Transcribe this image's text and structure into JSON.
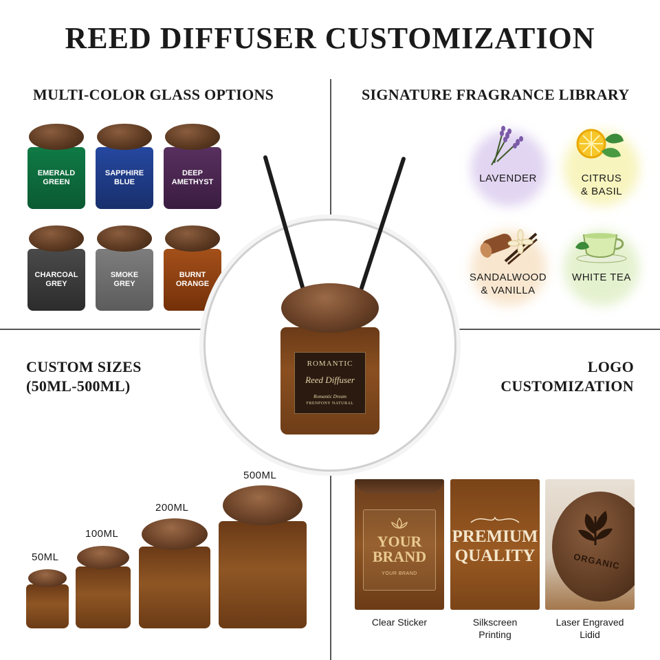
{
  "title": "REED DIFFUSER CUSTOMIZATION",
  "sections": {
    "glass": "MULTI-COLOR GLASS OPTIONS",
    "fragrance": "SIGNATURE FRAGRANCE LIBRARY",
    "sizes_line1": "CUSTOM SIZES",
    "sizes_line2": "(50ML-500ML)",
    "logo_line1": "LOGO",
    "logo_line2": "CUSTOMIZATION"
  },
  "glass_colors": [
    {
      "line1": "EMERALD",
      "line2": "GREEN",
      "color": "#0d6b3c"
    },
    {
      "line1": "SAPPHIRE",
      "line2": "BLUE",
      "color": "#1d3d86"
    },
    {
      "line1": "DEEP",
      "line2": "AMETHYST",
      "color": "#4a2450"
    },
    {
      "line1": "CHARCOAL",
      "line2": "GREY",
      "color": "#3a3a3a"
    },
    {
      "line1": "SMOKE",
      "line2": "GREY",
      "color": "#6f6f6f"
    },
    {
      "line1": "BURNT",
      "line2": "ORANGE",
      "color": "#8a3e0e"
    }
  ],
  "hero": {
    "brand": "ROMANTIC",
    "product": "Reed Diffuser",
    "script": "Romantic Dream",
    "maker": "FRENPONY NATURAL"
  },
  "fragrances": [
    {
      "line1": "LAVENDER",
      "line2": "",
      "glow": "#c9b3e6"
    },
    {
      "line1": "CITRUS",
      "line2": "& BASIL",
      "glow": "#f0ea8f"
    },
    {
      "line1": "SANDALWOOD",
      "line2": "& VANILLA",
      "glow": "#f3d3a8"
    },
    {
      "line1": "WHITE TEA",
      "line2": "",
      "glow": "#cfe6a8"
    }
  ],
  "sizes": [
    "50ML",
    "100ML",
    "200ML",
    "500ML"
  ],
  "logo_options": {
    "sticker_brand1": "YOUR",
    "sticker_brand2": "BRAND",
    "sticker_small": "YOUR BRAND",
    "silk_line1": "PREMIUM",
    "silk_line2": "QUALITY",
    "engraved": "ORGANIC",
    "captions": [
      {
        "line1": "Clear Sticker",
        "line2": ""
      },
      {
        "line1": "Silkscreen",
        "line2": "Printing"
      },
      {
        "line1": "Laser Engraved",
        "line2": "Lidid"
      }
    ]
  }
}
